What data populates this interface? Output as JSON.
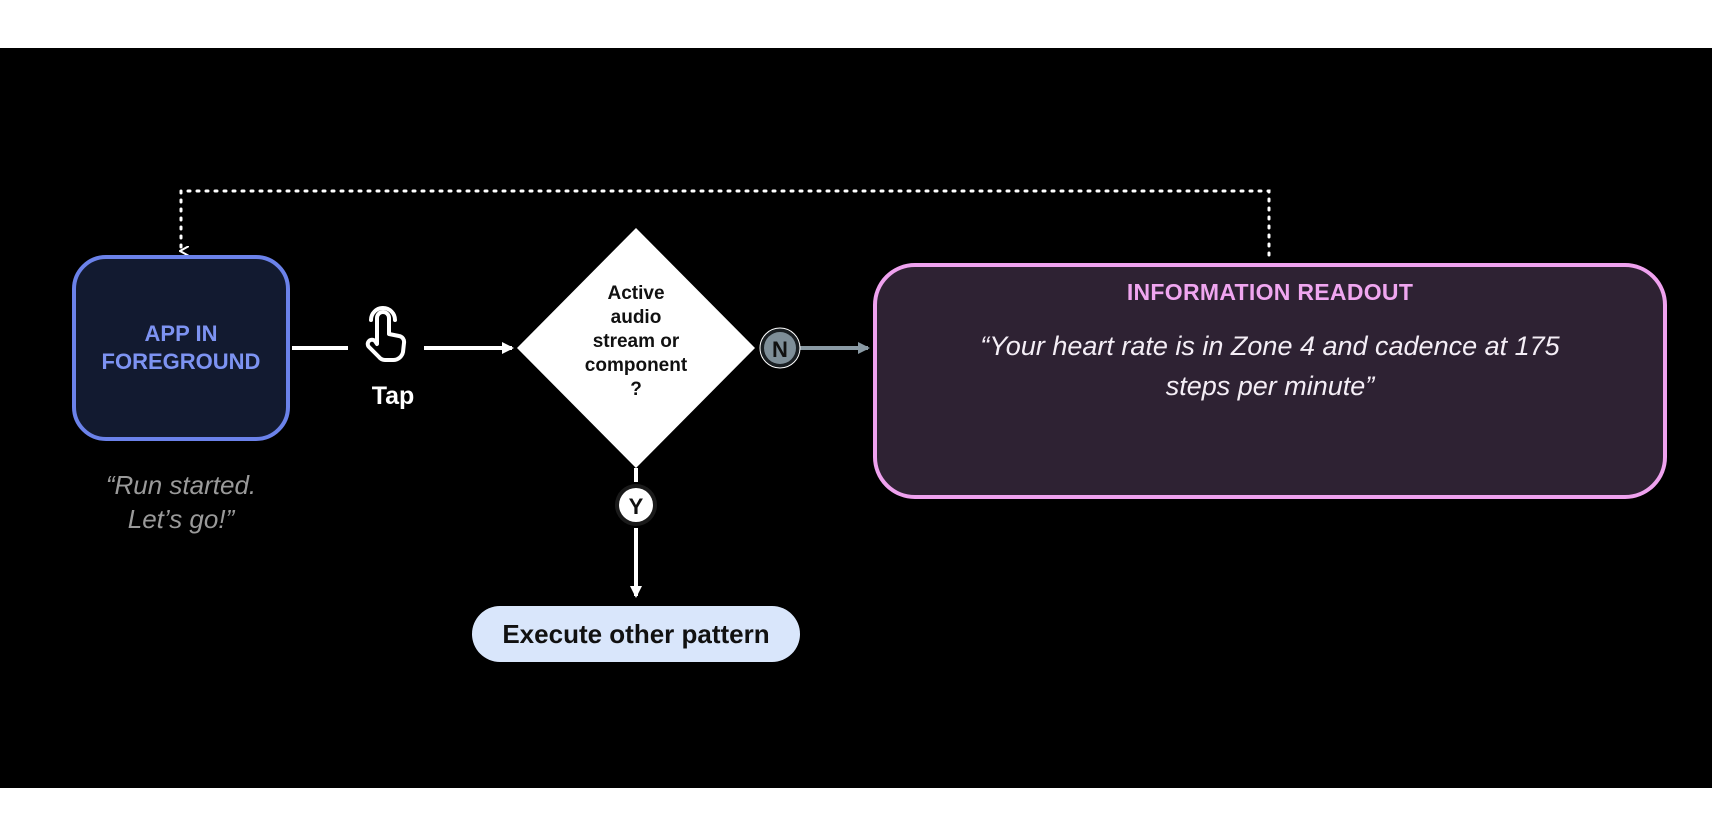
{
  "nodes": {
    "start": {
      "label": "APP IN\nFOREGROUND",
      "caption": "“Run started.\nLet’s go!”",
      "border_color": "#6b82ea",
      "fill_color": "#121a30"
    },
    "trigger": {
      "label": "Tap",
      "icon": "tap-gesture-icon"
    },
    "decision": {
      "label": "Active\naudio\nstream or\ncomponent\n?"
    },
    "readout": {
      "title": "INFORMATION READOUT",
      "quote": "“Your heart rate is in Zone 4 and cadence at 175 steps per minute”",
      "border_color": "#efa2ef",
      "fill_color": "#2e2233"
    },
    "alternative": {
      "label": "Execute other pattern",
      "fill_color": "#d9e6fb"
    }
  },
  "edges": {
    "no_badge": "N",
    "yes_badge": "Y",
    "loop_style": "dotted"
  }
}
